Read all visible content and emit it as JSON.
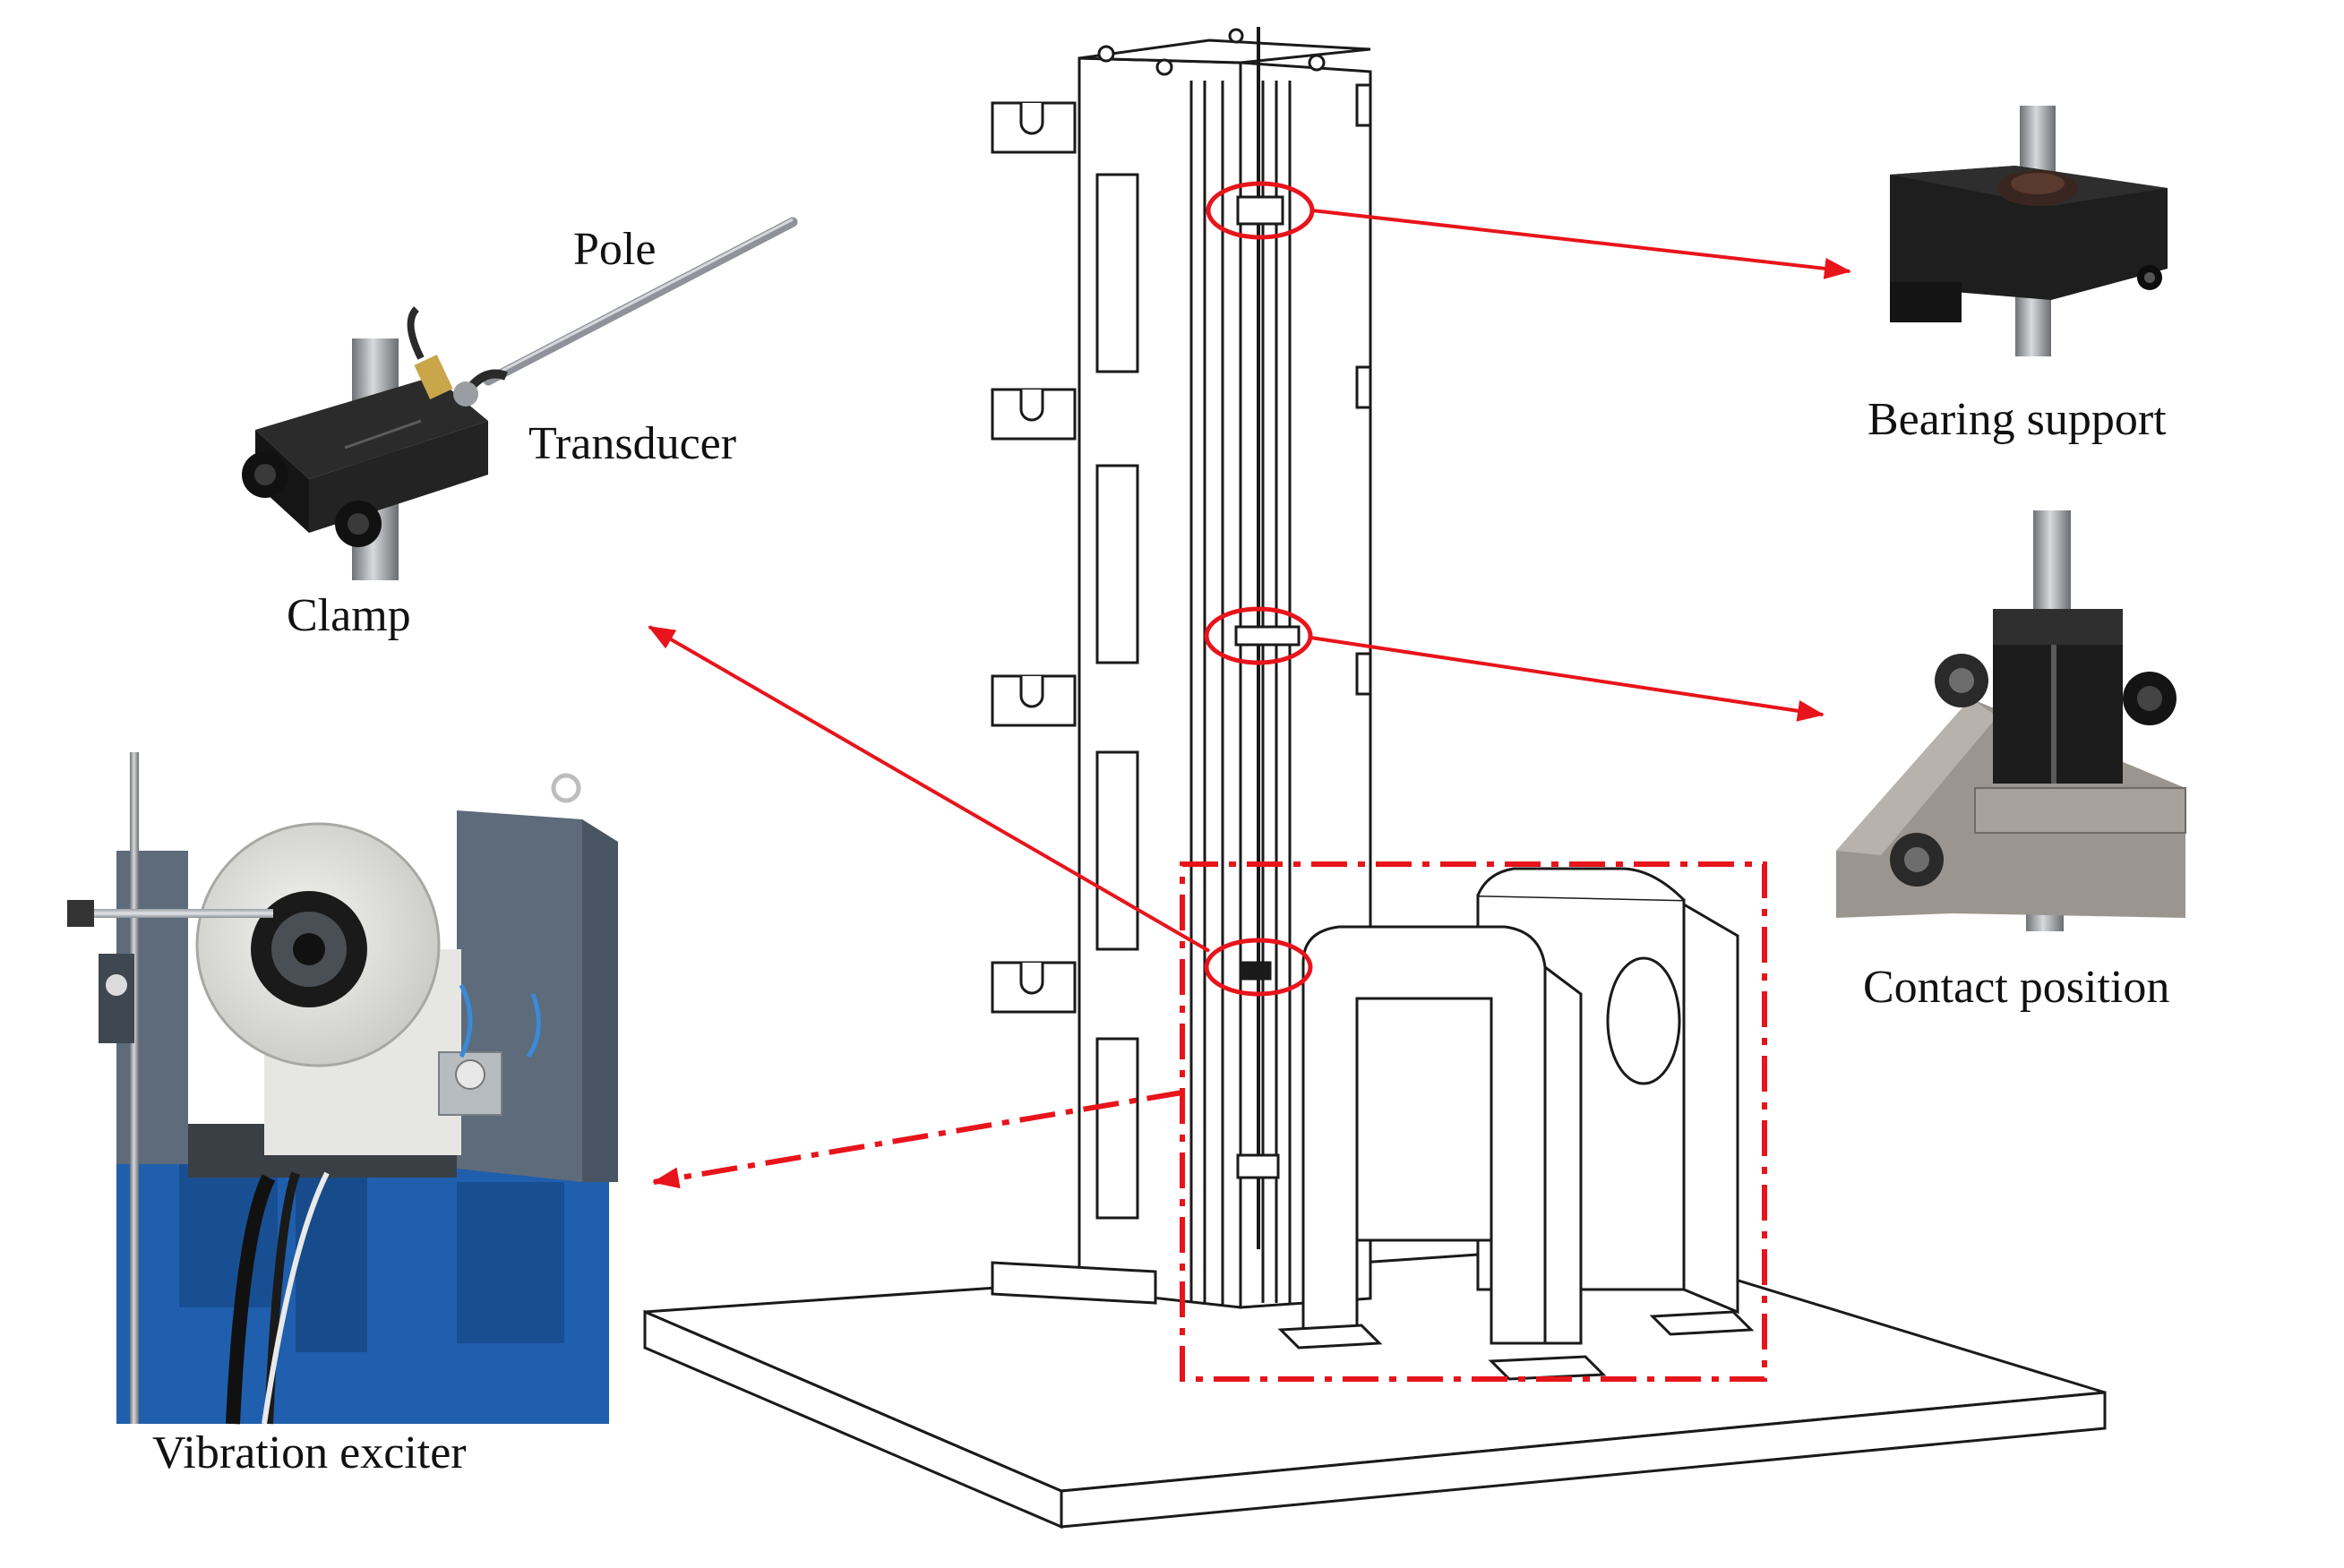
{
  "labels": {
    "pole": "Pole",
    "transducer": "Transducer",
    "clamp": "Clamp",
    "bearing_support": "Bearing support",
    "contact_position": "Contact position",
    "vibration_exciter": "Vibration exciter"
  },
  "colors": {
    "annotation_red": "#e8141b",
    "line_drawing": "#1a1a1a",
    "exciter_blue": "#1f5fae",
    "exciter_gray": "#5d6b7a",
    "metal_dark": "#1b1b1b",
    "steel": "#a9acb0"
  },
  "icons": [
    "clamp-photo",
    "bearing-support-photo",
    "contact-position-photo",
    "vibration-exciter-photo",
    "test-rig-drawing"
  ]
}
